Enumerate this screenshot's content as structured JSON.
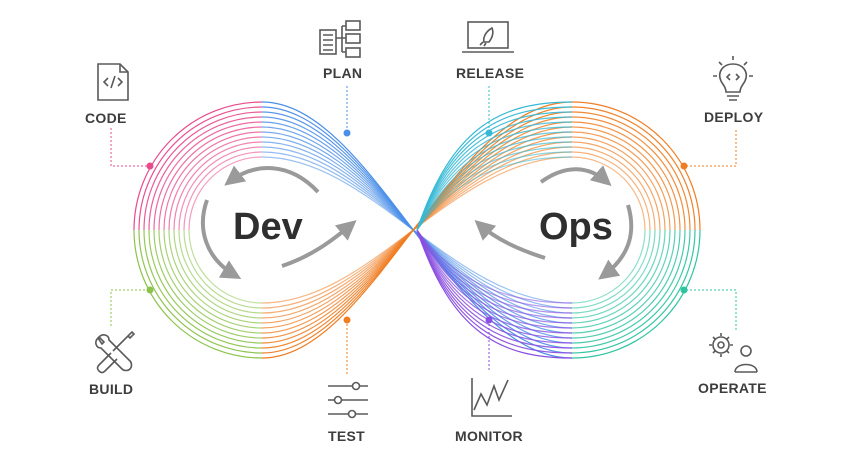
{
  "center": {
    "left_word": "Dev",
    "right_word": "Ops"
  },
  "phases": [
    {
      "id": "code",
      "label": "CODE",
      "color": "#e84a8b",
      "icon": "code-file-icon"
    },
    {
      "id": "plan",
      "label": "PLAN",
      "color": "#4b8fe8",
      "icon": "flowchart-icon"
    },
    {
      "id": "release",
      "label": "RELEASE",
      "color": "#36b9d6",
      "icon": "laptop-rocket-icon"
    },
    {
      "id": "deploy",
      "label": "DEPLOY",
      "color": "#f07d22",
      "icon": "lightbulb-code-icon"
    },
    {
      "id": "operate",
      "label": "OPERATE",
      "color": "#2ec4a0",
      "icon": "gear-person-icon"
    },
    {
      "id": "monitor",
      "label": "MONITOR",
      "color": "#8a4fe0",
      "icon": "line-chart-icon"
    },
    {
      "id": "test",
      "label": "TEST",
      "color": "#f07d22",
      "icon": "sliders-icon"
    },
    {
      "id": "build",
      "label": "BUILD",
      "color": "#8bc34a",
      "icon": "wrench-screwdriver-icon"
    }
  ],
  "colors": {
    "text": "#3d3d3d",
    "arrows": "#9a9a9a",
    "icon_stroke": "#5a5a5a",
    "pink": "#e84a8b",
    "blue": "#4b8fe8",
    "cyan": "#36b9d6",
    "orange": "#f07d22",
    "green": "#8bc34a",
    "teal": "#2ec4a0",
    "purple": "#8a4fe0",
    "lightblue": "#7db9f2"
  }
}
